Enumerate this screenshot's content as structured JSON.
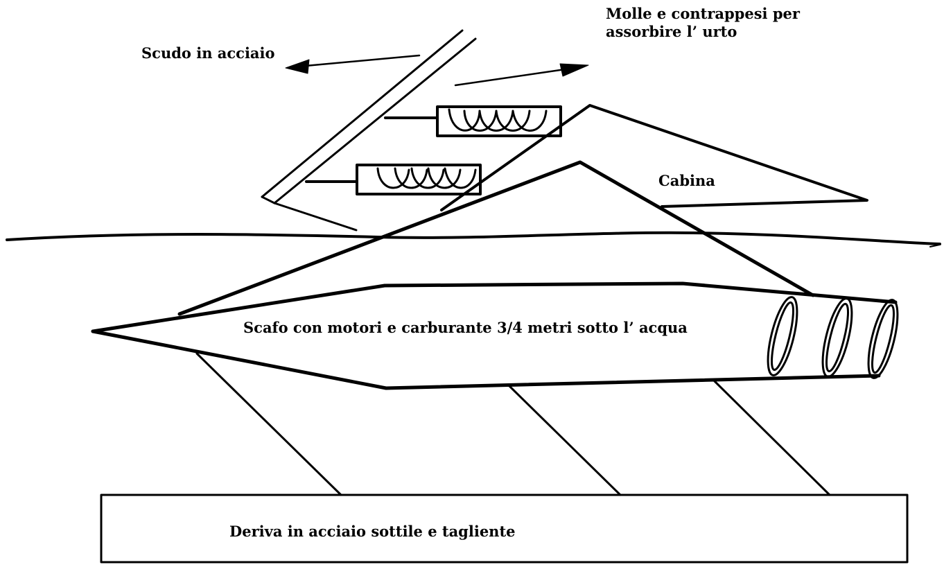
{
  "labels": {
    "molle_line1": "Molle e contrappesi per",
    "molle_line2": "assorbire l’ urto",
    "scudo": "Scudo in acciaio",
    "cabina": "Cabina",
    "scafo": "Scafo con motori e carburante 3/4 metri sotto l’ acqua",
    "deriva": "Deriva in acciaio sottile e tagliente"
  },
  "colors": {
    "stroke": "#000000",
    "background": "#ffffff"
  }
}
